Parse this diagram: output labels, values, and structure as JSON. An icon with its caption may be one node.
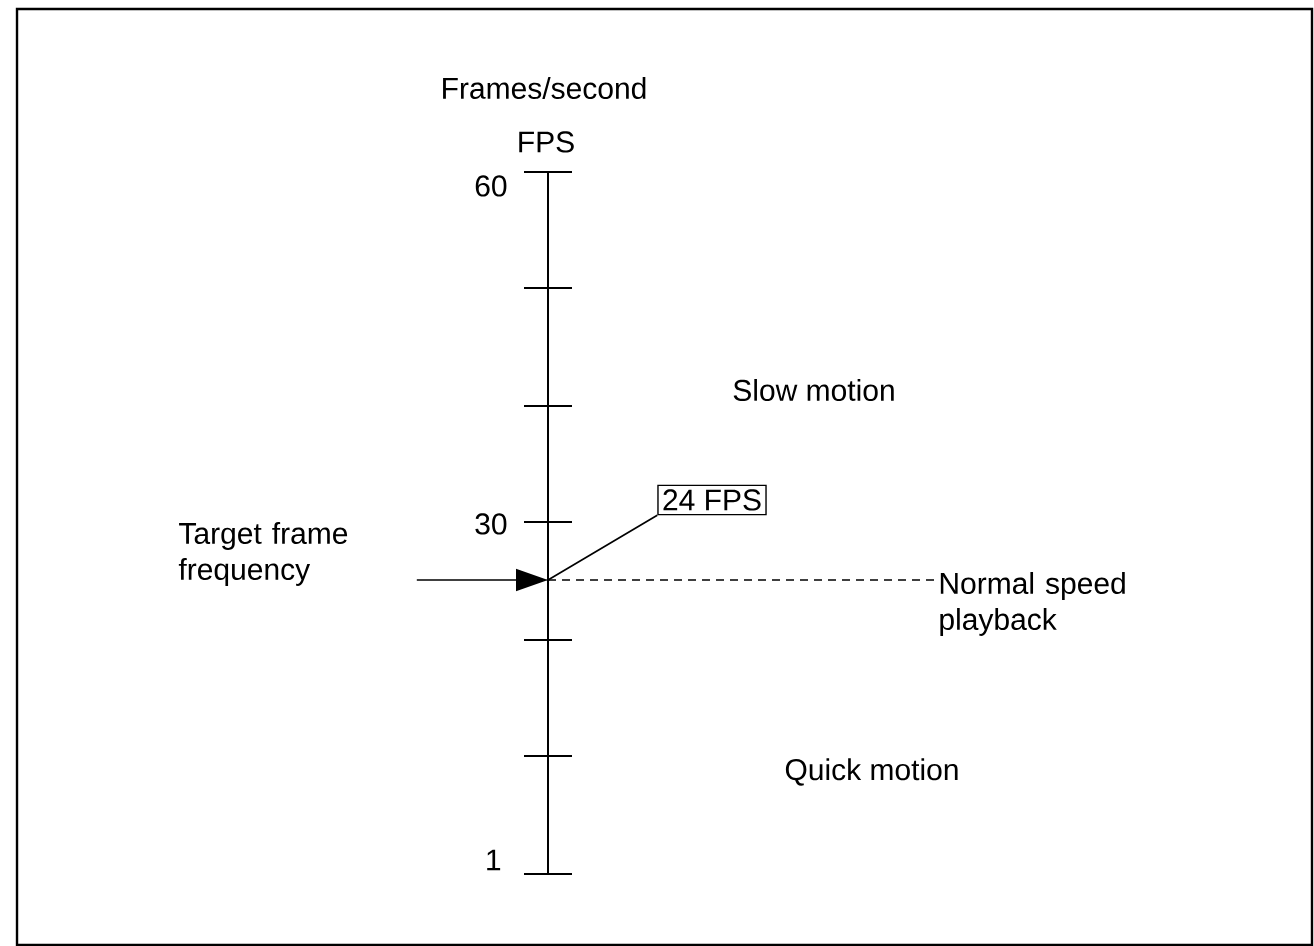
{
  "diagram": {
    "nodes": [
      {
        "text": [
          "Target frame frequency"
        ]
      },
      {
        "text": [
          "24 FPS"
        ]
      },
      {
        "text": [
          "Normal speed playback"
        ]
      },
      {
        "text": [],
        "shape": "point"
      }
    ],
    "edges": [
      {
        "from": 0,
        "to": 3,
        "arrow": "to"
      },
      {
        "from": 1,
        "to": 3,
        "arrow": "none"
      },
      {
        "from": 3,
        "to": 2,
        "arrow": "none",
        "style": "dashed"
      }
    ],
    "labels": [
      "Frames/second",
      "FPS",
      "60",
      "30",
      "1",
      "Slow motion",
      "Quick motion"
    ]
  }
}
